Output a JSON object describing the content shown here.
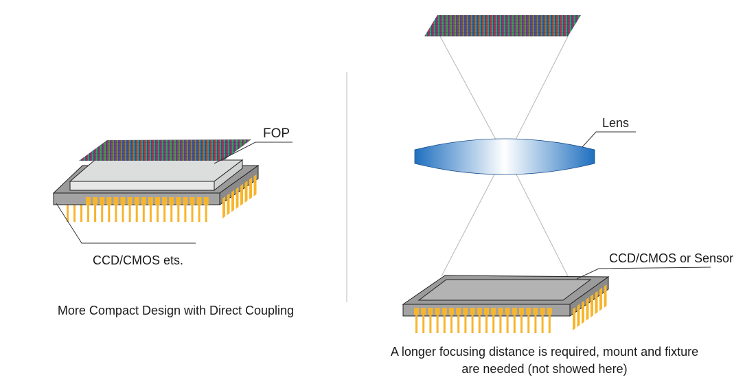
{
  "left_panel": {
    "fop_label": "FOP",
    "sensor_label": "CCD/CMOS ets.",
    "caption": "More Compact Design with Direct Coupling"
  },
  "right_panel": {
    "lens_label": "Lens",
    "sensor_label": "CCD/CMOS or Sensor",
    "caption_line1": "A longer focusing distance is required, mount and fixture",
    "caption_line2": "are needed (not showed here)"
  },
  "colors": {
    "pin": "#f7b52c",
    "chip_body": "#9b9b9b",
    "chip_side": "#8a8a8a",
    "fop_plate": "#dcdedd",
    "lens_blue": "#1f6fbf",
    "divider": "#bbbbbb"
  }
}
